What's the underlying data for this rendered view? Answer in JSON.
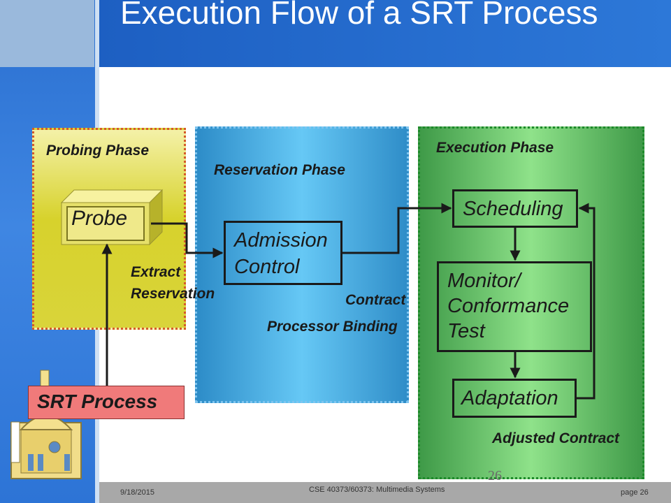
{
  "slide": {
    "title": "Execution Flow of a SRT Process",
    "footer_date": "9/18/2015",
    "footer_course": "CSE 40373/60373: Multimedia Systems",
    "footer_page": "page 26",
    "page_ghost": "26"
  },
  "phases": {
    "probing": "Probing Phase",
    "reservation": "Reservation Phase",
    "execution": "Execution Phase"
  },
  "nodes": {
    "probe": "Probe",
    "admission_line1": "Admission",
    "admission_line2": "Control",
    "scheduling": "Scheduling",
    "monitor_line1": "Monitor/",
    "monitor_line2": "Conformance",
    "monitor_line3": "Test",
    "adaptation": "Adaptation",
    "srt_process": "SRT Process"
  },
  "edge_labels": {
    "extract_line1": "Extract",
    "extract_line2": "Reservation",
    "contract": "Contract",
    "processor_binding": "Processor Binding",
    "adjusted_contract": "Adjusted Contract"
  },
  "colors": {
    "title_bar": "#1d5fc2",
    "probing_panel": "#d7d22c",
    "reservation_panel": "#66c8f5",
    "execution_panel": "#8fe28a",
    "srt_fill": "#f07a7a"
  }
}
